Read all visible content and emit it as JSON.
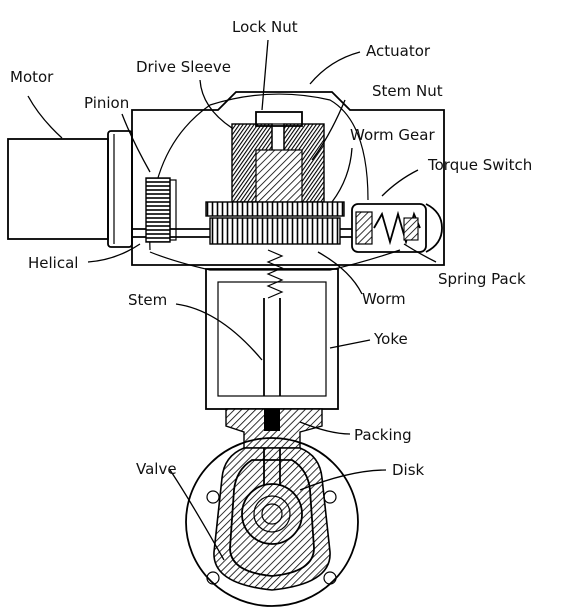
{
  "labels": {
    "lock_nut": "Lock Nut",
    "actuator": "Actuator",
    "motor": "Motor",
    "drive_sleeve": "Drive Sleeve",
    "stem_nut": "Stem Nut",
    "pinion": "Pinion",
    "worm_gear": "Worm Gear",
    "torque_switch": "Torque Switch",
    "helical": "Helical",
    "spring_pack": "Spring Pack",
    "worm": "Worm",
    "stem": "Stem",
    "yoke": "Yoke",
    "packing": "Packing",
    "valve": "Valve",
    "disk": "Disk"
  },
  "colors": {
    "line": "#000000",
    "background": "#ffffff"
  }
}
